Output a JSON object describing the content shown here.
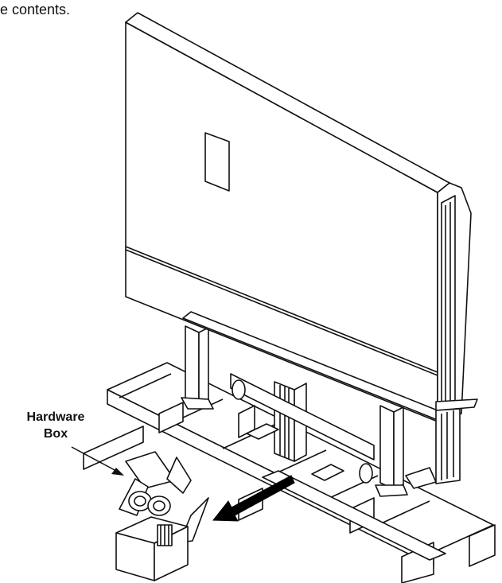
{
  "caption": "e contents.",
  "callout": {
    "line1": "Hardware",
    "line2": "Box"
  },
  "colors": {
    "line": "#111111",
    "fill": "#ffffff",
    "arrow": "#000000"
  }
}
